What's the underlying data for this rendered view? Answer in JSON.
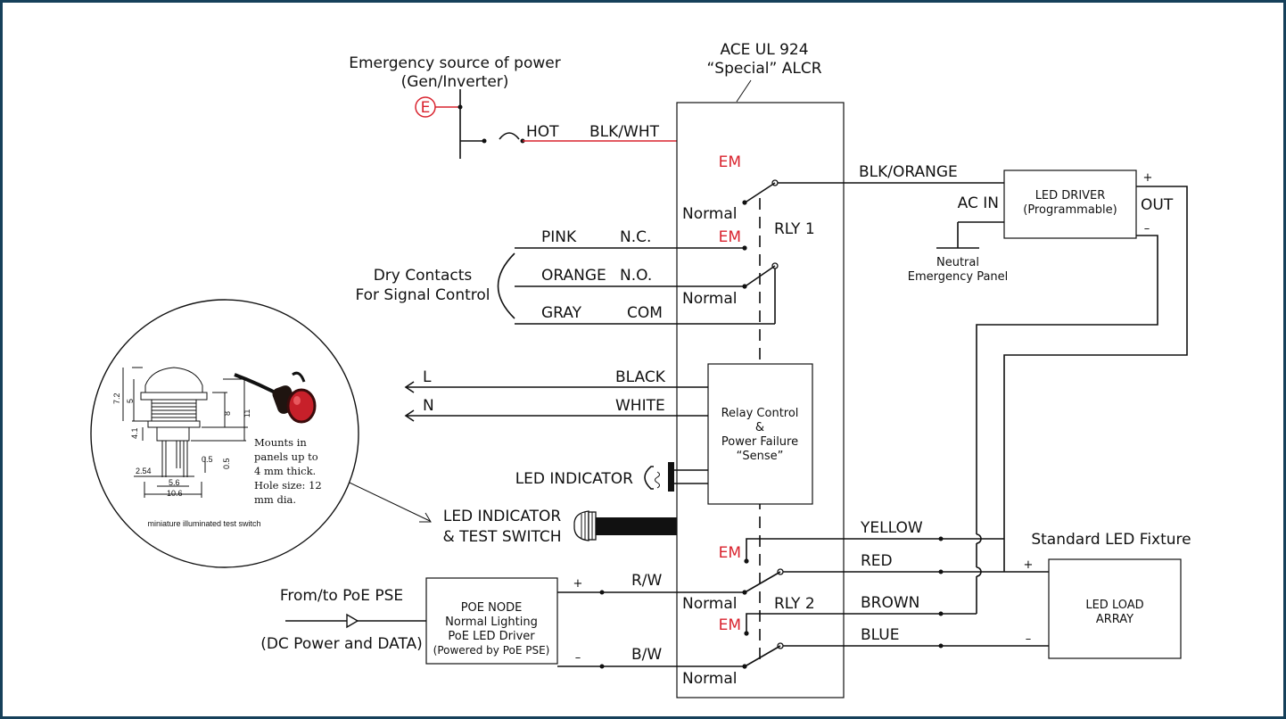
{
  "colors": {
    "frame": "#16405a",
    "emergency": "#d9232e",
    "wire": "#111111"
  },
  "source": {
    "title_line1": "Emergency source of power",
    "title_line2": "(Gen/Inverter)",
    "symbol": "E",
    "hot": "HOT",
    "blk_wht": "BLK/WHT"
  },
  "alcr": {
    "title_line1": "ACE UL 924",
    "title_line2": "“Special” ALCR"
  },
  "terminals": {
    "em": "EM",
    "normal": "Normal",
    "rly1": "RLY 1",
    "rly2": "RLY 2"
  },
  "dry_contacts": {
    "label_line1": "Dry Contacts",
    "label_line2": "For Signal Control",
    "rows": [
      {
        "color": "PINK",
        "pin": "N.C."
      },
      {
        "color": "ORANGE",
        "pin": "N.O."
      },
      {
        "color": "GRAY",
        "pin": "COM"
      }
    ]
  },
  "line_inputs": [
    {
      "side": "L",
      "color": "BLACK"
    },
    {
      "side": "N",
      "color": "WHITE"
    }
  ],
  "relay_control": {
    "line1": "Relay Control",
    "line2": "&",
    "line3": "Power Failure",
    "line4": "“Sense”"
  },
  "led_indicator": "LED INDICATOR",
  "test_switch": {
    "line1": "LED INDICATOR",
    "line2": "& TEST SWITCH"
  },
  "inset": {
    "dims": [
      "7.2",
      "5",
      "8",
      "11",
      "4.1",
      "0.5",
      "0.5",
      "2.54",
      "5.6",
      "10.6"
    ],
    "note_lines": [
      "Mounts in",
      "panels up to",
      "4 mm thick.",
      "Hole size: 12",
      "mm dia."
    ],
    "caption": "miniature illuminated test switch"
  },
  "led_driver": {
    "line1": "LED DRIVER",
    "line2": "(Programmable)",
    "ac_in": "AC IN",
    "out": "OUT",
    "plus": "+",
    "minus": "–",
    "input_wire": "BLK/ORANGE"
  },
  "neutral": {
    "line1": "Neutral",
    "line2": "Emergency Panel"
  },
  "poe": {
    "from_label": "From/to PoE PSE",
    "dc_label": "(DC Power and DATA)",
    "node_lines": [
      "POE NODE",
      "Normal Lighting",
      "PoE LED Driver",
      "(Powered by PoE PSE)"
    ],
    "plus": "+",
    "minus": "–",
    "rw": "R/W",
    "bw": "B/W"
  },
  "outputs": [
    "YELLOW",
    "RED",
    "BROWN",
    "BLUE"
  ],
  "fixture": {
    "title": "Standard LED Fixture",
    "line1": "LED LOAD",
    "line2": "ARRAY",
    "plus": "+",
    "minus": "–"
  }
}
